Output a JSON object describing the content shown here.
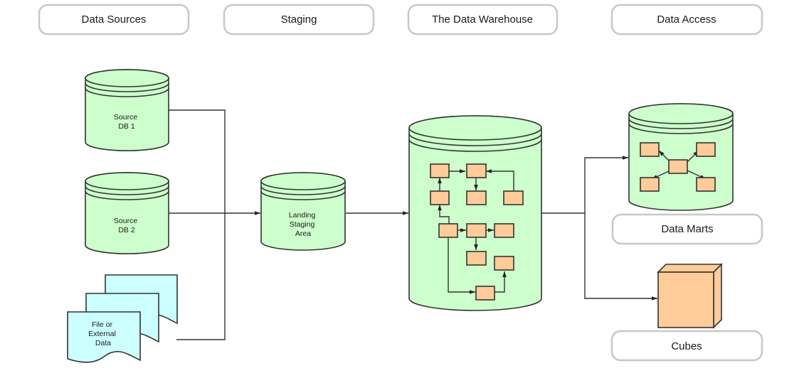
{
  "headers": {
    "data_sources": "Data Sources",
    "staging": "Staging",
    "warehouse": "The Data Warehouse",
    "data_access": "Data Access"
  },
  "sources": {
    "db1": [
      "Source",
      "DB 1"
    ],
    "db2": [
      "Source",
      "DB 2"
    ],
    "file": [
      "File or",
      "External",
      "Data"
    ]
  },
  "staging": {
    "landing": [
      "Landing",
      "Staging",
      "Area"
    ]
  },
  "access": {
    "data_marts_label": "Data Marts",
    "cubes_label": "Cubes"
  },
  "colors": {
    "database_fill": "#ccffcc",
    "document_fill": "#ccffff",
    "node_fill": "#ffcc99",
    "stroke": "#333333",
    "header_border": "#c8c8c8"
  }
}
